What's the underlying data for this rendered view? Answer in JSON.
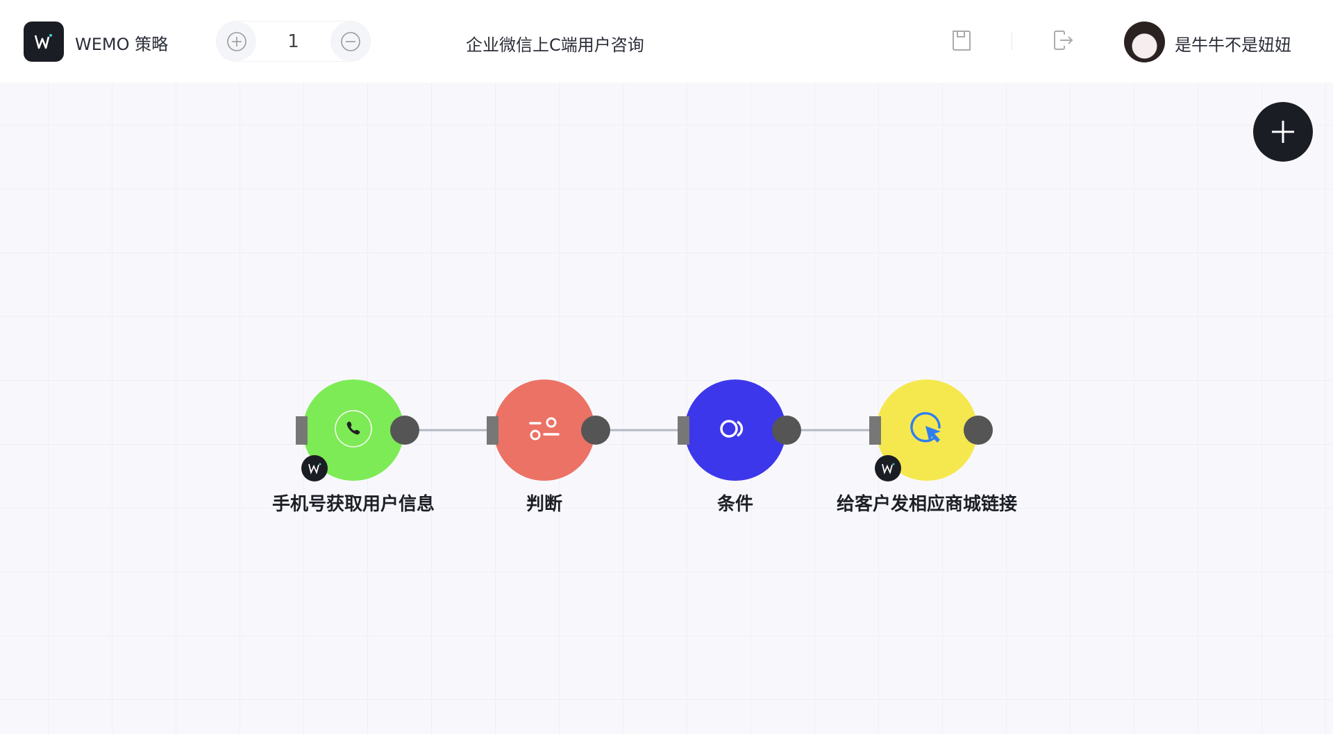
{
  "header": {
    "brand": "WEMO 策略",
    "zoom_value": "1",
    "title": "企业微信上C端用户咨询",
    "user_name": "是牛牛不是妞妞"
  },
  "colors": {
    "dark": "#1b1d25",
    "green": "#7deb55",
    "red": "#eb7265",
    "blue": "#3d37eb",
    "yellow": "#f5e84f"
  },
  "nodes": [
    {
      "label": "手机号获取用户信息",
      "icon": "phone-icon",
      "badge": true
    },
    {
      "label": "判断",
      "icon": "sliders-icon",
      "badge": false
    },
    {
      "label": "条件",
      "icon": "rings-icon",
      "badge": false
    },
    {
      "label": "给客户发相应商城链接",
      "icon": "cursor-click-icon",
      "badge": true
    }
  ]
}
